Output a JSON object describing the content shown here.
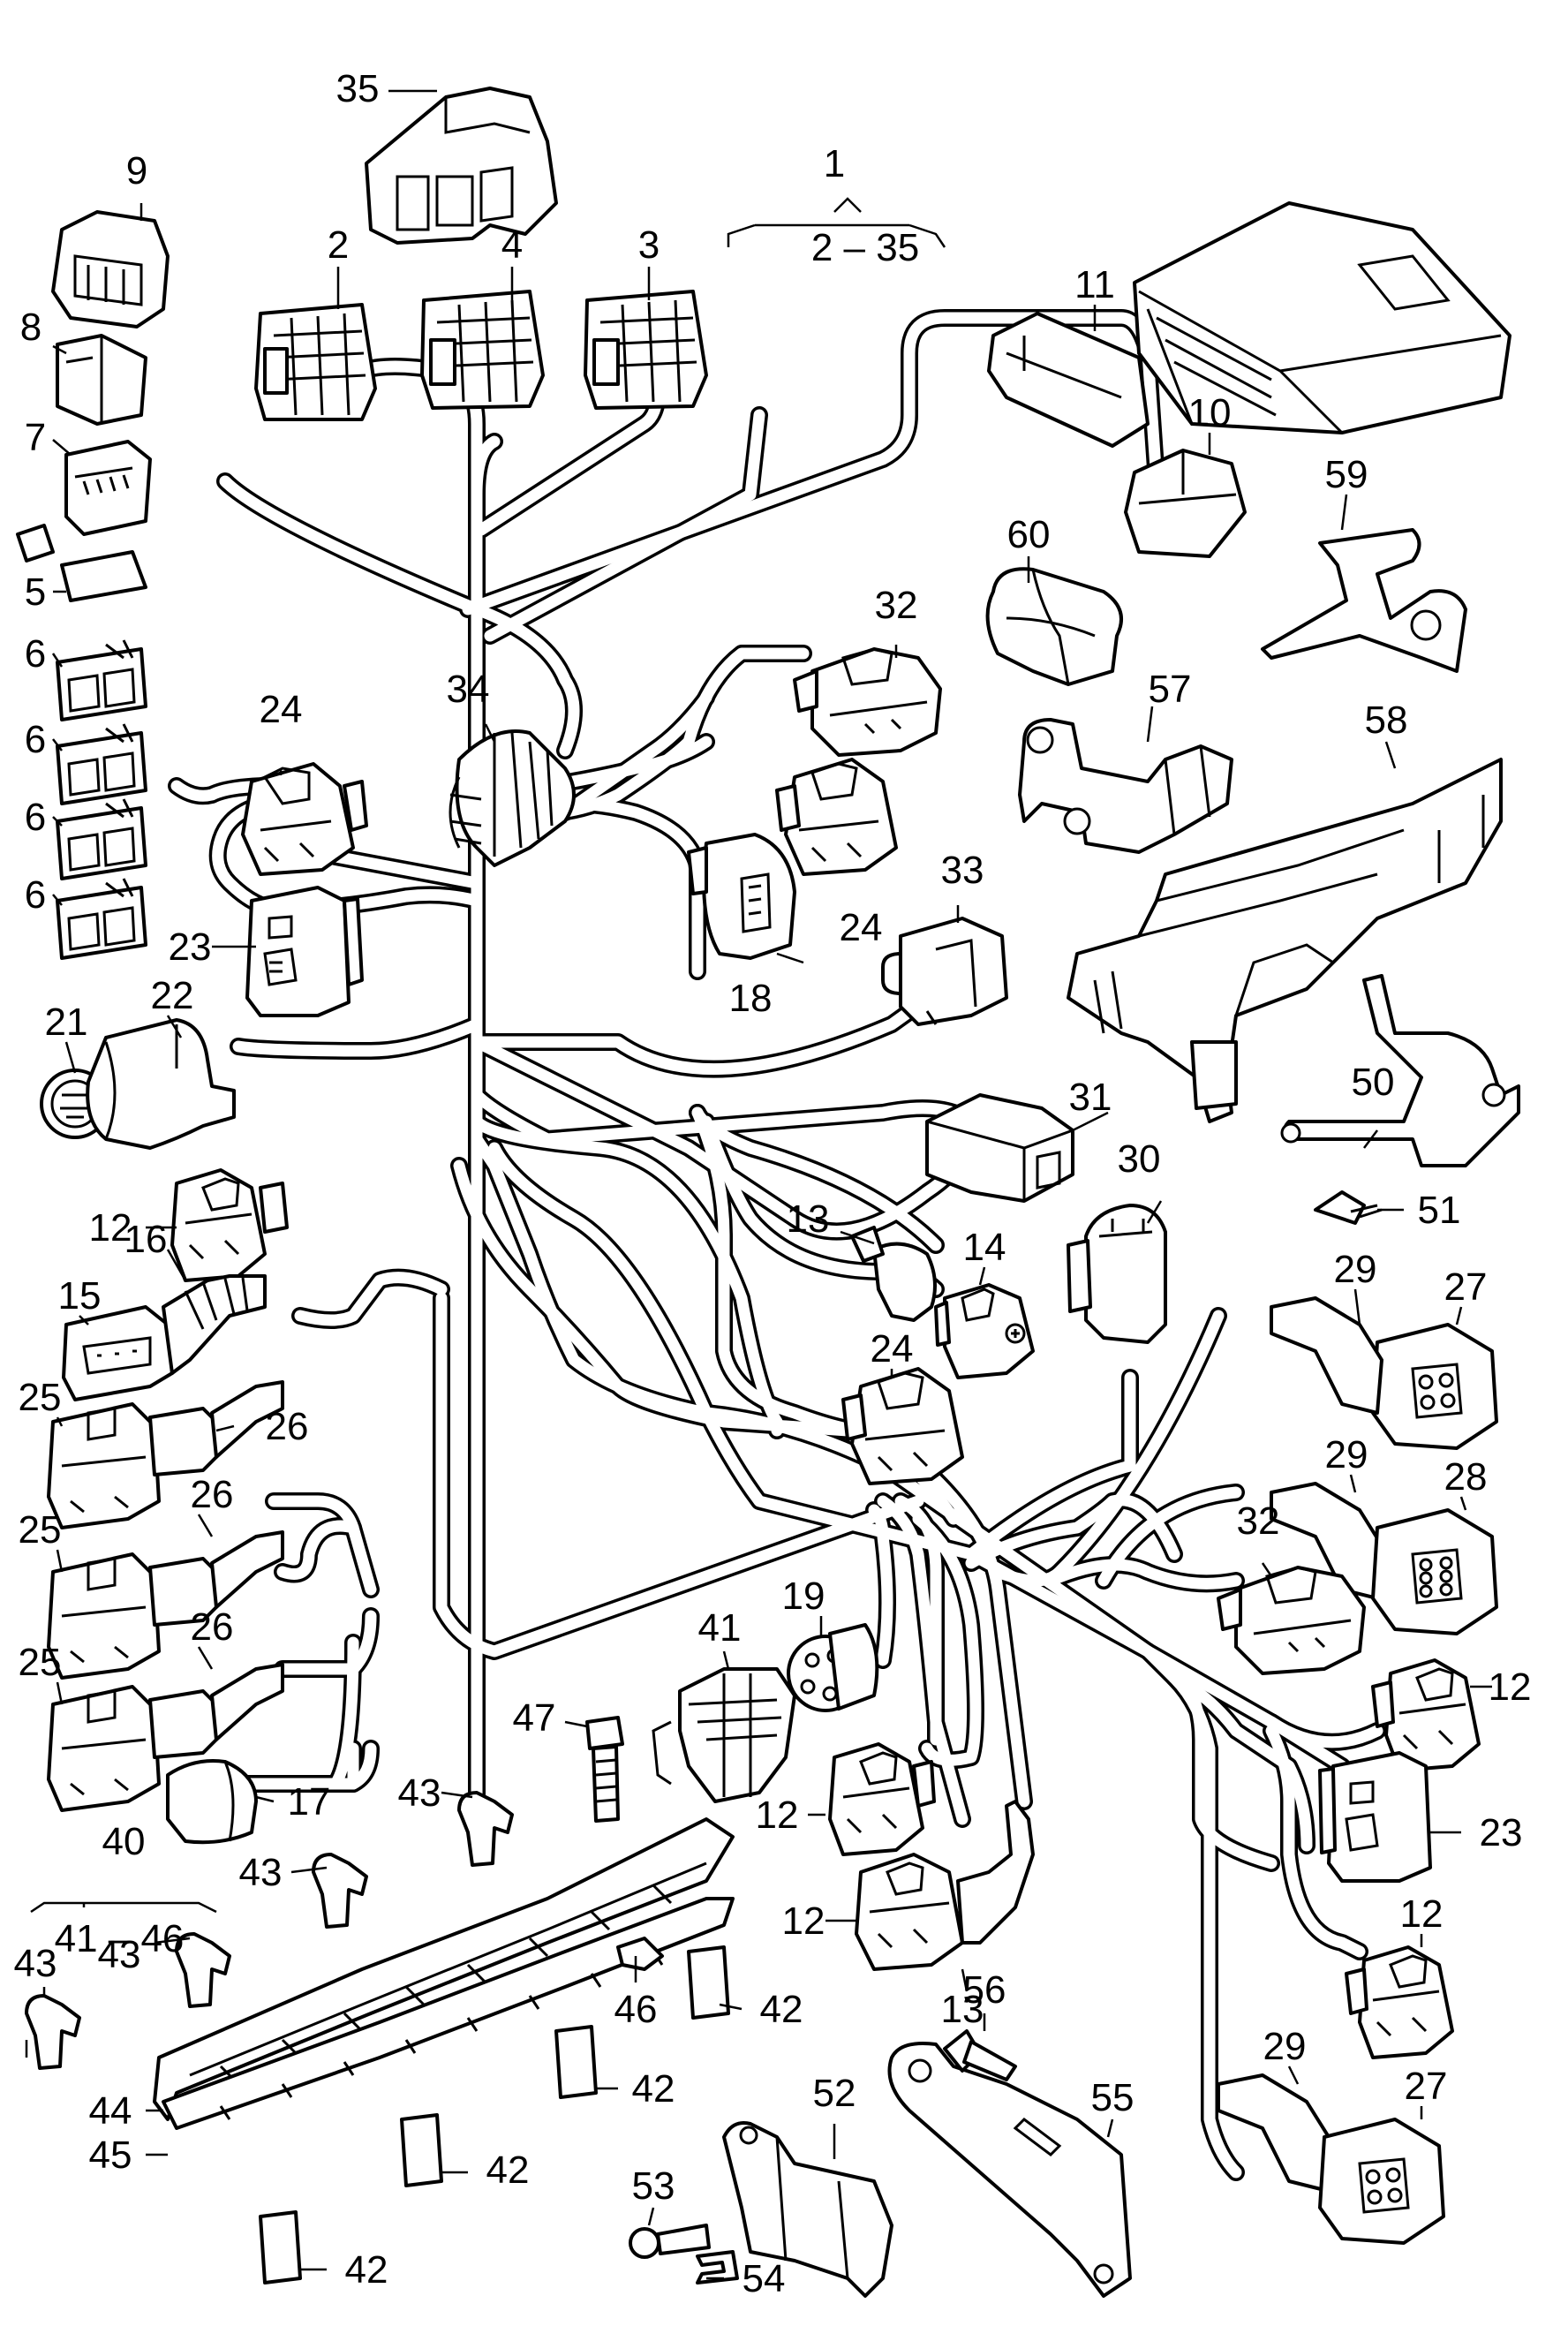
{
  "callouts": [
    {
      "id": "c1",
      "text": "1"
    },
    {
      "id": "c1r",
      "text": "2 – 35"
    },
    {
      "id": "c2",
      "text": "2"
    },
    {
      "id": "c3",
      "text": "3"
    },
    {
      "id": "c4",
      "text": "4"
    },
    {
      "id": "c5",
      "text": "5"
    },
    {
      "id": "c6a",
      "text": "6"
    },
    {
      "id": "c6b",
      "text": "6"
    },
    {
      "id": "c6c",
      "text": "6"
    },
    {
      "id": "c6d",
      "text": "6"
    },
    {
      "id": "c7",
      "text": "7"
    },
    {
      "id": "c8",
      "text": "8"
    },
    {
      "id": "c9",
      "text": "9"
    },
    {
      "id": "c10",
      "text": "10"
    },
    {
      "id": "c11",
      "text": "11"
    },
    {
      "id": "c12a",
      "text": "12"
    },
    {
      "id": "c12b",
      "text": "12"
    },
    {
      "id": "c12c",
      "text": "12"
    },
    {
      "id": "c12d",
      "text": "12"
    },
    {
      "id": "c12e",
      "text": "12"
    },
    {
      "id": "c13a",
      "text": "13"
    },
    {
      "id": "c13b",
      "text": "13"
    },
    {
      "id": "c14",
      "text": "14"
    },
    {
      "id": "c15",
      "text": "15"
    },
    {
      "id": "c16",
      "text": "16"
    },
    {
      "id": "c17",
      "text": "17"
    },
    {
      "id": "c18",
      "text": "18"
    },
    {
      "id": "c19",
      "text": "19"
    },
    {
      "id": "c21",
      "text": "21"
    },
    {
      "id": "c22",
      "text": "22"
    },
    {
      "id": "c23a",
      "text": "23"
    },
    {
      "id": "c23b",
      "text": "23"
    },
    {
      "id": "c24a",
      "text": "24"
    },
    {
      "id": "c24b",
      "text": "24"
    },
    {
      "id": "c24c",
      "text": "24"
    },
    {
      "id": "c25a",
      "text": "25"
    },
    {
      "id": "c25b",
      "text": "25"
    },
    {
      "id": "c25c",
      "text": "25"
    },
    {
      "id": "c26a",
      "text": "26"
    },
    {
      "id": "c26b",
      "text": "26"
    },
    {
      "id": "c26c",
      "text": "26"
    },
    {
      "id": "c27a",
      "text": "27"
    },
    {
      "id": "c27b",
      "text": "27"
    },
    {
      "id": "c28",
      "text": "28"
    },
    {
      "id": "c29a",
      "text": "29"
    },
    {
      "id": "c29b",
      "text": "29"
    },
    {
      "id": "c29c",
      "text": "29"
    },
    {
      "id": "c30",
      "text": "30"
    },
    {
      "id": "c31",
      "text": "31"
    },
    {
      "id": "c32a",
      "text": "32"
    },
    {
      "id": "c32b",
      "text": "32"
    },
    {
      "id": "c33",
      "text": "33"
    },
    {
      "id": "c34",
      "text": "34"
    },
    {
      "id": "c35",
      "text": "35"
    },
    {
      "id": "c40",
      "text": "40"
    },
    {
      "id": "c40r",
      "text": "41 – 46"
    },
    {
      "id": "c41",
      "text": "41"
    },
    {
      "id": "c42a",
      "text": "42"
    },
    {
      "id": "c42b",
      "text": "42"
    },
    {
      "id": "c42c",
      "text": "42"
    },
    {
      "id": "c42d",
      "text": "42"
    },
    {
      "id": "c43a",
      "text": "43"
    },
    {
      "id": "c43b",
      "text": "43"
    },
    {
      "id": "c43c",
      "text": "43"
    },
    {
      "id": "c43d",
      "text": "43"
    },
    {
      "id": "c44",
      "text": "44"
    },
    {
      "id": "c45",
      "text": "45"
    },
    {
      "id": "c46",
      "text": "46"
    },
    {
      "id": "c47",
      "text": "47"
    },
    {
      "id": "c50",
      "text": "50"
    },
    {
      "id": "c51",
      "text": "51"
    },
    {
      "id": "c52",
      "text": "52"
    },
    {
      "id": "c53",
      "text": "53"
    },
    {
      "id": "c54",
      "text": "54"
    },
    {
      "id": "c55",
      "text": "55"
    },
    {
      "id": "c56",
      "text": "56"
    },
    {
      "id": "c57",
      "text": "57"
    },
    {
      "id": "c58",
      "text": "58"
    },
    {
      "id": "c59",
      "text": "59"
    },
    {
      "id": "c60",
      "text": "60"
    }
  ]
}
